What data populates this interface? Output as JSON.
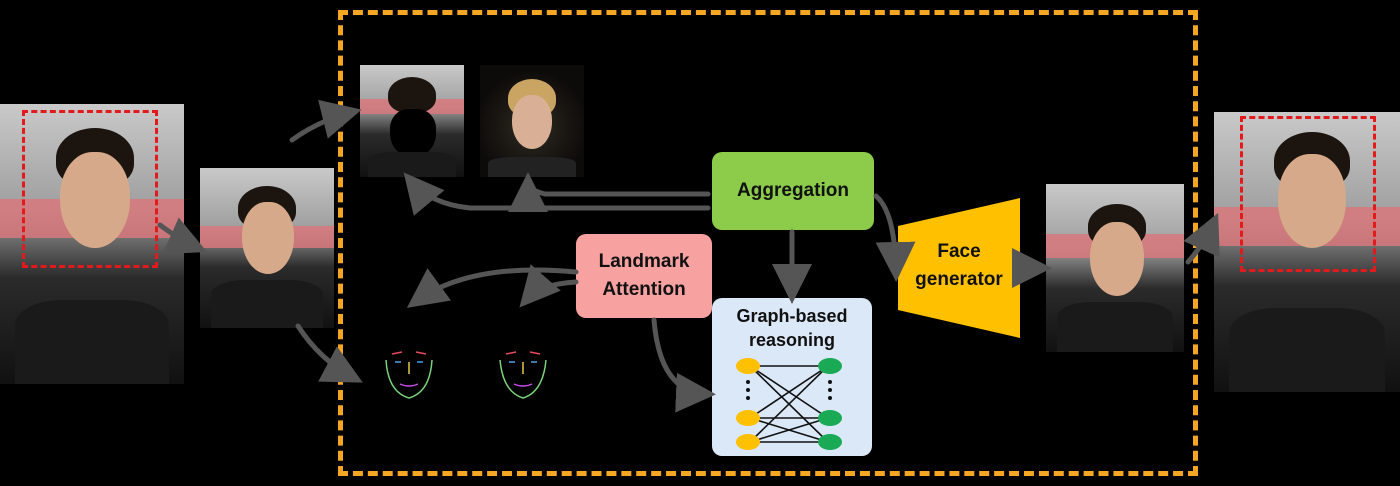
{
  "labels": {
    "aggregation": "Aggregation",
    "landmark_line1": "Landmark",
    "landmark_line2": "Attention",
    "graph_line1": "Graph-based",
    "graph_line2": "reasoning",
    "face_gen_line1": "Face",
    "face_gen_line2": "generator"
  },
  "colors": {
    "background": "#000000",
    "frame_dashed": "#f5a623",
    "crop_box": "#e31a1c",
    "aggregation_box": "#8ccc4a",
    "landmark_box": "#f7a1a1",
    "graph_box": "#dbe8f8",
    "face_generator": "#ffc000",
    "arrow": "#555555",
    "node_left": "#ffc000",
    "node_right": "#1aaa55"
  },
  "graph": {
    "left_nodes": 3,
    "right_nodes": 3
  }
}
